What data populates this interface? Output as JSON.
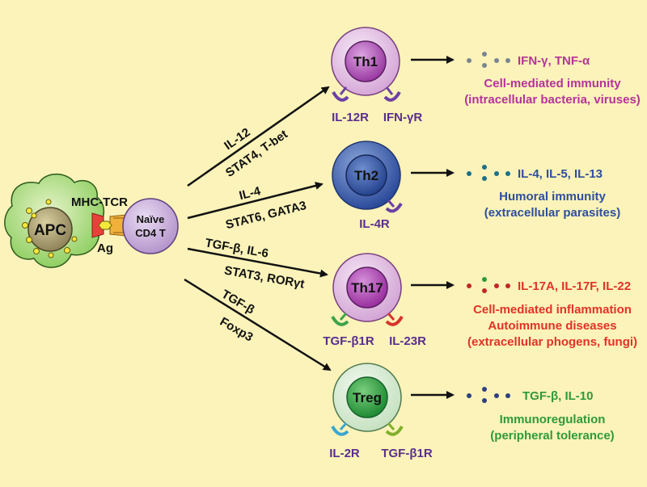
{
  "colors": {
    "background": "#fbf3b9",
    "th1": "#b5339b",
    "th2": "#2f4f9e",
    "th17": "#e23228",
    "treg": "#2e9a3a",
    "receptor_text": "#5a2d8e"
  },
  "apc": {
    "label": "APC",
    "mhc_tcr": "MHC-TCR",
    "ag": "Ag"
  },
  "naive": {
    "line1": "Naïve",
    "line2": "CD4 T"
  },
  "pathways": [
    {
      "id": "th1",
      "signal_top": "IL-12",
      "signal_bottom": "STAT4, T-bet",
      "cell_label": "Th1",
      "receptors": [
        "IL-12R",
        "IFN-γR"
      ],
      "cytokines": "IFN-γ, TNF-α",
      "functions": [
        "Cell-mediated immunity",
        "(intracellular bacteria, viruses)"
      ]
    },
    {
      "id": "th2",
      "signal_top": "IL-4",
      "signal_bottom": "STAT6, GATA3",
      "cell_label": "Th2",
      "receptors": [
        "IL-4R"
      ],
      "cytokines": "IL-4, IL-5, IL-13",
      "functions": [
        "Humoral immunity",
        "(extracellular parasites)"
      ]
    },
    {
      "id": "th17",
      "signal_top": "TGF-β, IL-6",
      "signal_bottom": "STAT3, RORγt",
      "cell_label": "Th17",
      "receptors": [
        "TGF-β1R",
        "IL-23R"
      ],
      "cytokines": "IL-17A, IL-17F, IL-22",
      "functions": [
        "Cell-mediated inflammation",
        "Autoimmune diseases",
        "(extracellular phogens, fungi)"
      ]
    },
    {
      "id": "treg",
      "signal_top": "TGF-β",
      "signal_bottom": "Foxp3",
      "cell_label": "Treg",
      "receptors": [
        "IL-2R",
        "TGF-β1R"
      ],
      "cytokines": "TGF-β, IL-10",
      "functions": [
        "Immunoregulation",
        "(peripheral tolerance)"
      ]
    }
  ]
}
